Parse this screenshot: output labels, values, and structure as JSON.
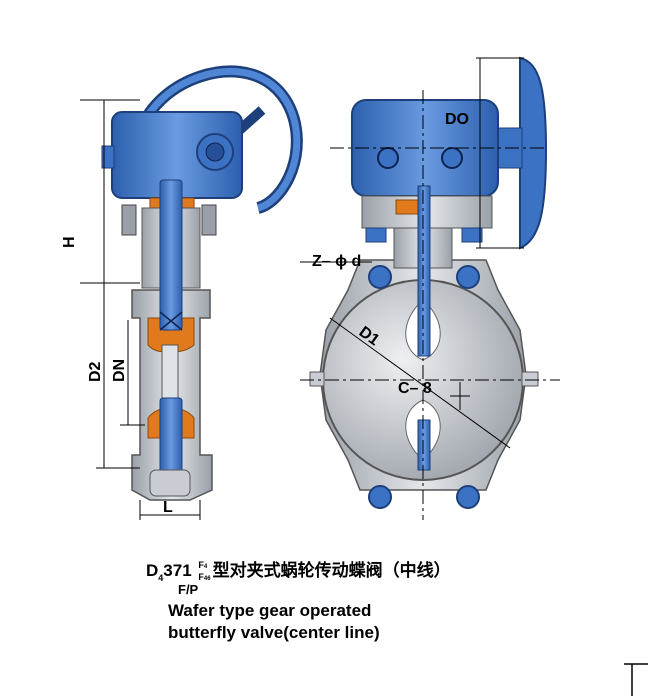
{
  "labels": {
    "H": "H",
    "D2": "D2",
    "DN": "DN",
    "L": "L",
    "DO": "DO",
    "Z_phi_d": "Z– ϕ d",
    "D1": "D1",
    "C_8": "C– 8"
  },
  "caption": {
    "model_prefix": "D",
    "model_sub": "4",
    "model_number": "371",
    "stack_top": "F",
    "stack_top_sub": "4",
    "stack_bottom": "F",
    "stack_bottom_sub": "46",
    "chinese_title": "型对夹式蜗轮传动蝶阀（中线）",
    "fp_label": "F/P",
    "english_line1": "Wafer  type gear operated",
    "english_line2": "butterfly  valve(center line)"
  },
  "colors": {
    "blue": "#3c72c4",
    "blue_dark": "#1d3f7a",
    "gray": "#c9cdd3",
    "gray_dark": "#8e949c",
    "orange": "#e07a1c"
  }
}
